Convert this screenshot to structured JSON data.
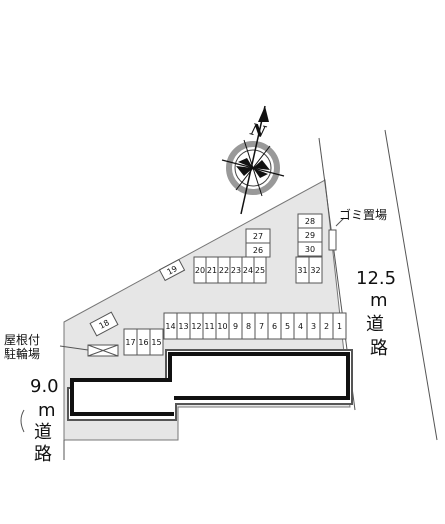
{
  "map": {
    "compass_letter": "N",
    "garbage_label": "ゴミ置場",
    "bike_parking_line1": "屋根付",
    "bike_parking_line2": "駐輪場",
    "east_road_width": "12.5",
    "east_road_unit": "m",
    "east_road_char1": "道",
    "east_road_char2": "路",
    "south_road_width": "9.0",
    "south_road_unit": "m",
    "south_road_char1": "道",
    "south_road_char2": "路",
    "slots_row_main": [
      "14",
      "13",
      "12",
      "11",
      "10",
      "9",
      "8",
      "7",
      "6",
      "5",
      "4",
      "3",
      "2",
      "1"
    ],
    "slots_left": [
      "17",
      "16",
      "15"
    ],
    "slots_mid_row": [
      "20",
      "21",
      "22",
      "23",
      "24",
      "25"
    ],
    "slots_stack_27": [
      "27",
      "26"
    ],
    "slots_stack_28": [
      "28",
      "29",
      "30"
    ],
    "slots_pair_31": [
      "31",
      "32"
    ],
    "slot_19": "19",
    "slot_18": "18"
  }
}
